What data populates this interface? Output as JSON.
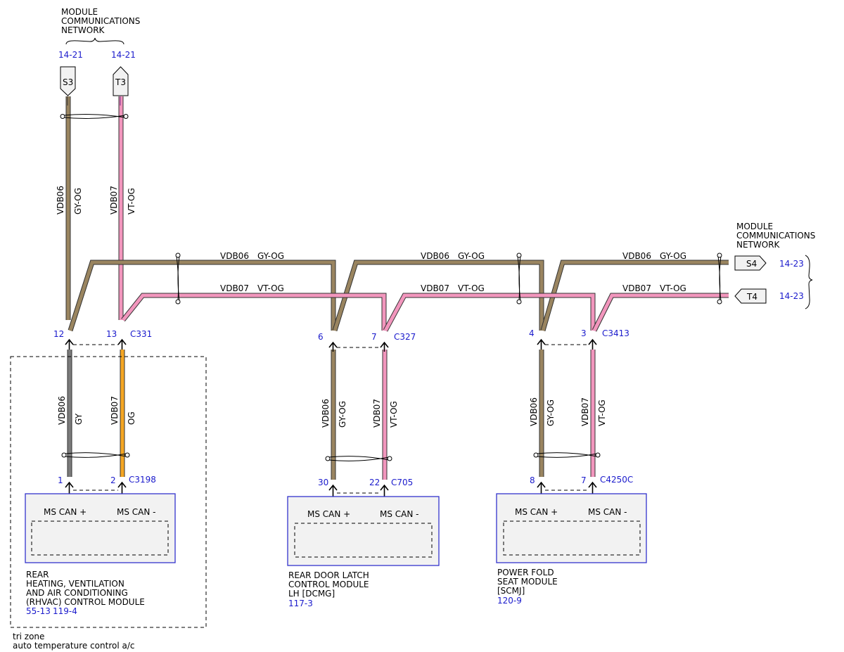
{
  "colors": {
    "gy_og": "#9a8560",
    "vt_og": "#f296bd",
    "gy": "#7b7b7b",
    "og": "#f5a623",
    "ref_blue": "#1a1acc",
    "module_border": "#3333cc",
    "module_fill": "#f2f2f2"
  },
  "network_top": {
    "line1": "MODULE",
    "line2": "COMMUNICATIONS",
    "line3": "NETWORK"
  },
  "network_right": {
    "line1": "MODULE",
    "line2": "COMMUNICATIONS",
    "line3": "NETWORK"
  },
  "flags": {
    "s3": {
      "label": "S3",
      "ref": "14-21"
    },
    "t3": {
      "label": "T3",
      "ref": "14-21"
    },
    "s4": {
      "label": "S4",
      "ref": "14-23"
    },
    "t4": {
      "label": "T4",
      "ref": "14-23"
    }
  },
  "wire_labels": {
    "top_left_a": {
      "circuit": "VDB06",
      "color": "GY-OG"
    },
    "top_left_b": {
      "circuit": "VDB07",
      "color": "VT-OG"
    },
    "bus_a1": {
      "circuit": "VDB06",
      "color": "GY-OG"
    },
    "bus_b1": {
      "circuit": "VDB07",
      "color": "VT-OG"
    },
    "bus_a2": {
      "circuit": "VDB06",
      "color": "GY-OG"
    },
    "bus_b2": {
      "circuit": "VDB07",
      "color": "VT-OG"
    },
    "bus_a3": {
      "circuit": "VDB06",
      "color": "GY-OG"
    },
    "bus_b3": {
      "circuit": "VDB07",
      "color": "VT-OG"
    },
    "m1_a": {
      "circuit": "VDB06",
      "color": "GY"
    },
    "m1_b": {
      "circuit": "VDB07",
      "color": "OG"
    },
    "m2_a": {
      "circuit": "VDB06",
      "color": "GY-OG"
    },
    "m2_b": {
      "circuit": "VDB07",
      "color": "VT-OG"
    },
    "m3_a": {
      "circuit": "VDB06",
      "color": "GY-OG"
    },
    "m3_b": {
      "circuit": "VDB07",
      "color": "VT-OG"
    }
  },
  "connectors": {
    "c331": {
      "name": "C331",
      "pin_a": "12",
      "pin_b": "13"
    },
    "c327": {
      "name": "C327",
      "pin_a": "6",
      "pin_b": "7"
    },
    "c3413": {
      "name": "C3413",
      "pin_a": "4",
      "pin_b": "3"
    },
    "c3198": {
      "name": "C3198",
      "pin_a": "1",
      "pin_b": "2"
    },
    "c705": {
      "name": "C705",
      "pin_a": "30",
      "pin_b": "22"
    },
    "c4250c": {
      "name": "C4250C",
      "pin_a": "8",
      "pin_b": "7"
    }
  },
  "modules": {
    "rhvac": {
      "pin_plus": "MS CAN +",
      "pin_minus": "MS CAN -",
      "name_lines": [
        "REAR",
        "HEATING, VENTILATION",
        "AND AIR CONDITIONING",
        "(RHVAC) CONTROL MODULE"
      ],
      "ref_a": "55-13",
      "ref_b": "119-4"
    },
    "dcmg": {
      "pin_plus": "MS CAN +",
      "pin_minus": "MS CAN -",
      "name_lines": [
        "REAR DOOR LATCH",
        "CONTROL MODULE",
        "LH [DCMG]"
      ],
      "ref": "117-3"
    },
    "scmj": {
      "pin_plus": "MS CAN +",
      "pin_minus": "MS CAN -",
      "name_lines": [
        "POWER FOLD",
        "SEAT MODULE",
        "[SCMJ]"
      ],
      "ref": "120-9"
    }
  },
  "option_note": {
    "line1": "tri zone",
    "line2": "auto temperature control a/c"
  }
}
